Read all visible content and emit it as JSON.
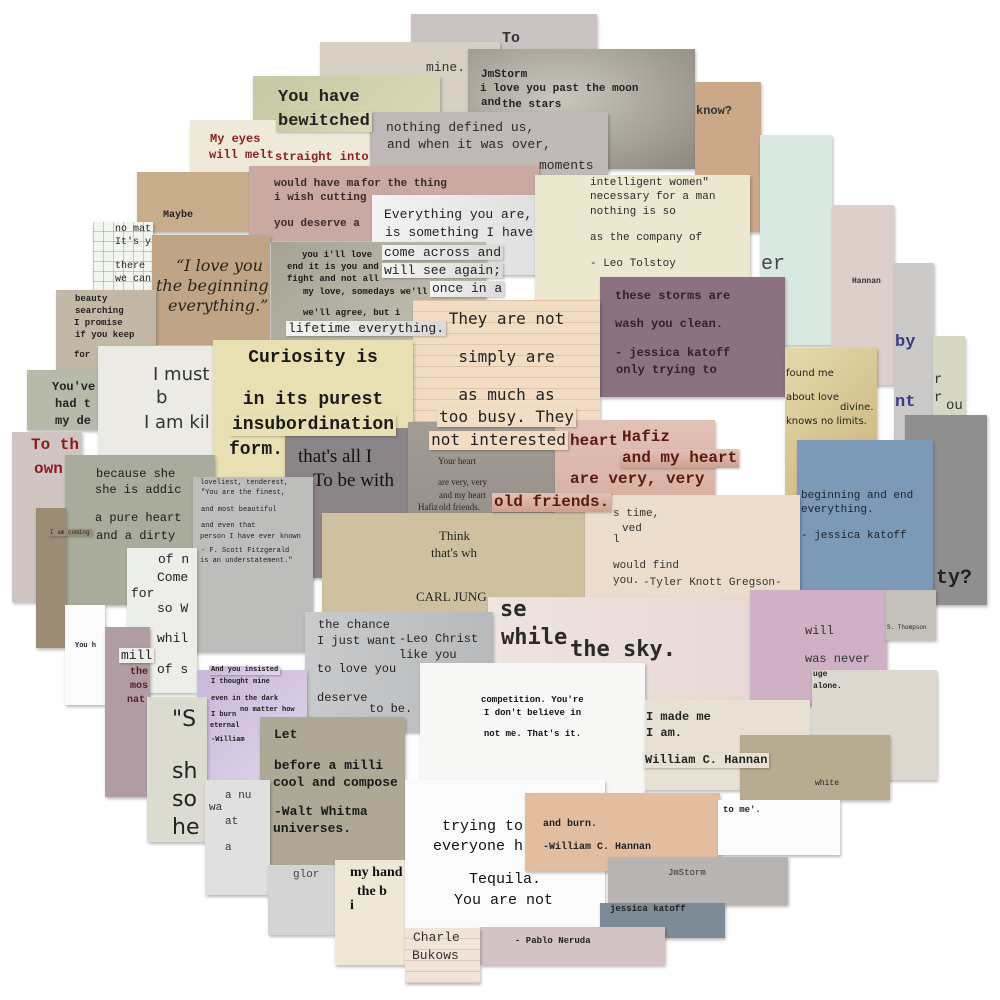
{
  "title": "Quote sticker collage",
  "cards": [
    {
      "lines": [
        "To"
      ]
    },
    {
      "lines": [
        "",
        "",
        "mine."
      ]
    },
    {
      "lines": [
        "You have",
        "bewitched"
      ]
    },
    {
      "lines": [
        "i love you past the moon",
        "and",
        "the stars",
        "JmStorm"
      ]
    },
    {
      "lines": [
        "know?"
      ]
    },
    {
      "lines": [
        "My eyes",
        "will melt",
        "straight into"
      ]
    },
    {
      "lines": [
        "and when it was over,",
        "nothing defined us,",
        "moments"
      ]
    },
    {
      "lines": [
        "",
        "",
        "",
        "",
        "",
        "er"
      ]
    },
    {
      "lines": [
        "",
        "",
        "Maybe"
      ]
    },
    {
      "lines": [
        "i wish cutting",
        "would have ma",
        "you deserve a",
        "for the thing"
      ]
    },
    {
      "lines": [
        "Everything you are,",
        "is something I have",
        "come across and",
        "will see again;",
        "once in a",
        "lifetime everything."
      ]
    },
    {
      "lines": [
        "nothing is so",
        "necessary for a man",
        "as the company of",
        "intelligent women\"",
        "- Leo Tolstoy"
      ]
    },
    {
      "lines": [
        "",
        "",
        "",
        "",
        "",
        "",
        "",
        "Hannan"
      ]
    },
    {
      "lines": [
        "It's y",
        "no mat",
        "there",
        "we can"
      ]
    },
    {
      "lines": [
        "“I love you",
        "the beginning",
        "everything.”"
      ]
    },
    {
      "lines": [
        "my love, somedays we'll",
        "fight and not all",
        "we'll agree, but i",
        "end it is you and",
        "you i'll love"
      ]
    },
    {
      "lines": [
        "",
        "",
        "by",
        "",
        "",
        "",
        "nt"
      ]
    },
    {
      "lines": [
        "these storms are",
        "only trying to",
        "wash you clean.",
        "",
        "- jessica katoff"
      ]
    },
    {
      "lines": [
        "I promise",
        "if you keep",
        "searching",
        "for",
        "beauty"
      ]
    },
    {
      "lines": [
        "They are not",
        "too busy. They",
        "simply are",
        "not interested",
        "as much as"
      ]
    },
    {
      "lines": [
        "",
        "",
        "r",
        "ou",
        "",
        "r"
      ]
    },
    {
      "lines": [
        "You've",
        "had t",
        "my de"
      ]
    },
    {
      "lines": [
        "I must",
        "b",
        "I am kil"
      ]
    },
    {
      "lines": [
        "Curiosity is",
        "insubordination",
        "in its purest",
        "form."
      ]
    },
    {
      "lines": [
        "found me",
        "",
        "about love",
        "",
        "knows no limits.",
        "",
        "divine."
      ]
    },
    {
      "lines": [
        "",
        "",
        "",
        "",
        "",
        "",
        "ty?"
      ]
    },
    {
      "lines": [
        "To th",
        "own"
      ]
    },
    {
      "lines": [
        "",
        "",
        "",
        "beginning and end",
        "everything.",
        "",
        "- jessica katoff"
      ]
    },
    {
      "lines": [
        "she is addic",
        "because she",
        "a pure heart",
        "and a dirty"
      ]
    },
    {
      "lines": [
        "To be with",
        "that's all I"
      ]
    },
    {
      "lines": [
        "Your heart",
        "and my heart",
        "are very, very",
        "old friends.",
        "",
        "Hafiz"
      ]
    },
    {
      "lines": [
        "heart",
        "and my heart",
        "are very, very",
        "old friends.",
        "",
        "Hafiz"
      ]
    },
    {
      "lines": [
        "\"You are the finest,",
        "loveliest, tenderest,",
        "and most beautiful",
        "person I have ever known",
        "and even that",
        "is an understatement.\"",
        "",
        "- F. Scott Fitzgerald"
      ]
    },
    {
      "lines": [
        "Think",
        "that's wh",
        "",
        "",
        "CARL JUNG"
      ]
    },
    {
      "lines": [
        "",
        "s time,",
        "ved",
        "l",
        "",
        "would find",
        "you.",
        "",
        "-Tyler Knott Gregson-"
      ]
    },
    {
      "lines": [
        "I am coming"
      ]
    },
    {
      "lines": [
        "Come",
        "for",
        "so W",
        "of n",
        "whil",
        "mill",
        "of s"
      ]
    },
    {
      "lines": [
        "",
        "",
        "You h"
      ]
    },
    {
      "lines": [
        "se",
        "while",
        "the sky."
      ]
    },
    {
      "lines": [
        "",
        "will",
        "",
        "was never"
      ]
    },
    {
      "lines": [
        "S. Thompson"
      ]
    },
    {
      "lines": [
        "the",
        "mos",
        "nat"
      ]
    },
    {
      "lines": [
        "I just want",
        "the chance",
        "to love you",
        "like you",
        "deserve",
        "to be.",
        " -Leo Christ"
      ]
    },
    {
      "lines": [
        "I thought mine",
        "And you insisted",
        "even in the dark",
        "no matter how",
        "I burn",
        "eternal",
        "",
        "-William"
      ]
    },
    {
      "lines": [
        "\"S",
        "so",
        "sh",
        "he"
      ]
    },
    {
      "lines": [
        "I don't believe in",
        "competition. You're",
        "not me. That's it."
      ]
    },
    {
      "lines": [
        "I made me",
        "I am.",
        "",
        "William C. Hannan"
      ]
    },
    {
      "lines": [
        "uge",
        "alone."
      ]
    },
    {
      "lines": [
        "",
        "",
        "white"
      ]
    },
    {
      "lines": [
        "Let",
        "cool and compose",
        "before a milli",
        "universes.",
        "",
        "-Walt Whitma"
      ]
    },
    {
      "lines": [
        "a nu",
        "wa",
        "at",
        "",
        "a"
      ]
    },
    {
      "lines": [
        "glor"
      ]
    },
    {
      "lines": [
        "my hand",
        "the b",
        "i"
      ]
    },
    {
      "lines": [
        "trying to",
        "everyone h",
        "You are not",
        "Tequila."
      ]
    },
    {
      "lines": [
        "",
        "and burn.",
        "",
        "-William C. Hannan"
      ]
    },
    {
      "lines": [
        "to me'."
      ]
    },
    {
      "lines": [
        "",
        "JmStorm"
      ]
    },
    {
      "lines": [
        "jessica katoff"
      ]
    },
    {
      "lines": [
        "- Pablo Neruda"
      ]
    },
    {
      "lines": [
        "Charle",
        "Bukows"
      ]
    }
  ]
}
